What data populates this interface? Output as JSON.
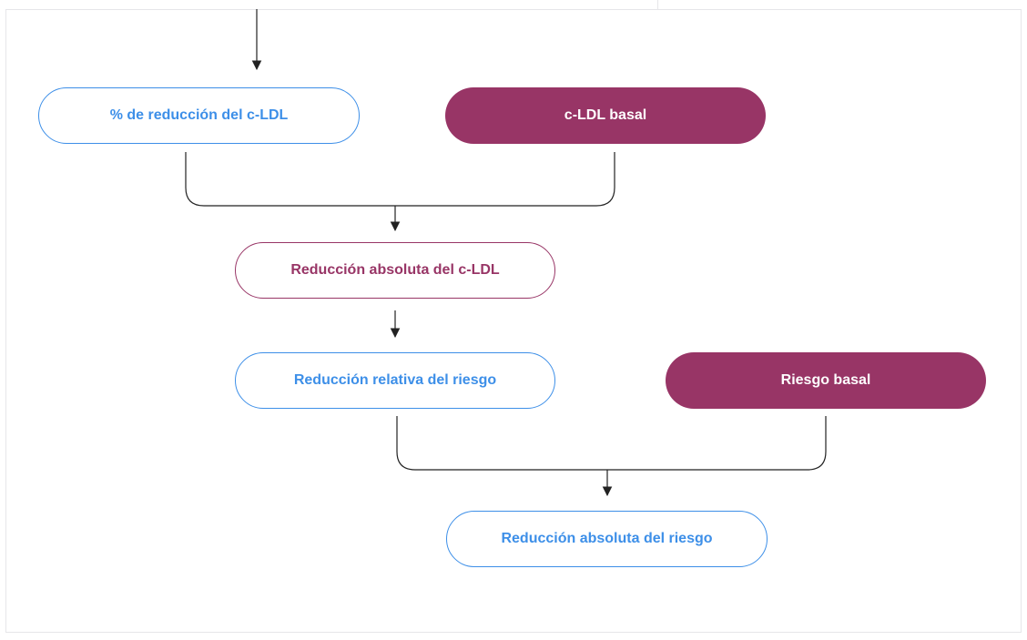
{
  "diagram": {
    "nodes": {
      "pct_reduction": "% de reducción del c-LDL",
      "baseline_ldl": "c-LDL basal",
      "abs_ldl_reduction": "Reducción absoluta del c-LDL",
      "relative_risk_reduction": "Reducción relativa del riesgo",
      "baseline_risk": "Riesgo basal",
      "abs_risk_reduction": "Reducción absoluta del riesgo"
    },
    "colors": {
      "blue": "#3d8fe8",
      "purple": "#983566",
      "connector": "#222222",
      "border": "#e6e6e9"
    }
  }
}
